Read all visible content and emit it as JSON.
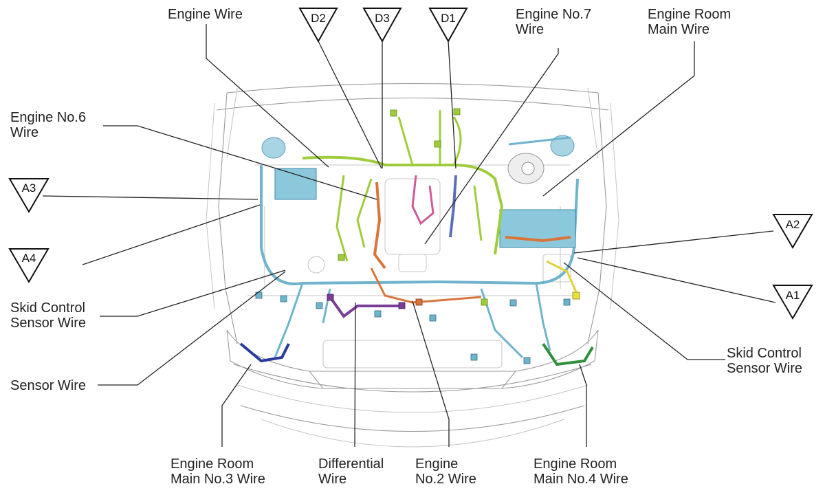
{
  "diagram": {
    "labels": {
      "engine_wire": "Engine Wire",
      "engine_no7_wire": [
        "Engine No.7",
        "Wire"
      ],
      "engine_room_main_wire": [
        "Engine Room",
        "Main Wire"
      ],
      "engine_no6_wire": [
        "Engine No.6",
        "Wire"
      ],
      "skid_control_sensor_wire_left": [
        "Skid Control",
        "Sensor Wire"
      ],
      "skid_control_sensor_wire_right": [
        "Skid Control",
        "Sensor Wire"
      ],
      "sensor_wire": "Sensor Wire",
      "engine_room_main_no3_wire": [
        "Engine Room",
        "Main No.3 Wire"
      ],
      "differential_wire": [
        "Differential",
        "Wire"
      ],
      "engine_no2_wire": [
        "Engine",
        "No.2 Wire"
      ],
      "engine_room_main_no4_wire": [
        "Engine Room",
        "Main No.4 Wire"
      ]
    },
    "connectors": {
      "d2": "D2",
      "d3": "D3",
      "d1": "D1",
      "a3": "A3",
      "a4": "A4",
      "a2": "A2",
      "a1": "A1"
    },
    "wire_colors": {
      "engine_wire": "#9fcc3b",
      "engine_room_main": "#6fb3cc",
      "engine_no6": "#d9743a",
      "engine_no7": "#5b6fb8",
      "pink_harness": "#d05a98",
      "differential": "#7a3d98",
      "main_no3": "#2a3a9a",
      "main_no4": "#2f8f3a",
      "skid_sensor": "#e0d23a"
    }
  }
}
